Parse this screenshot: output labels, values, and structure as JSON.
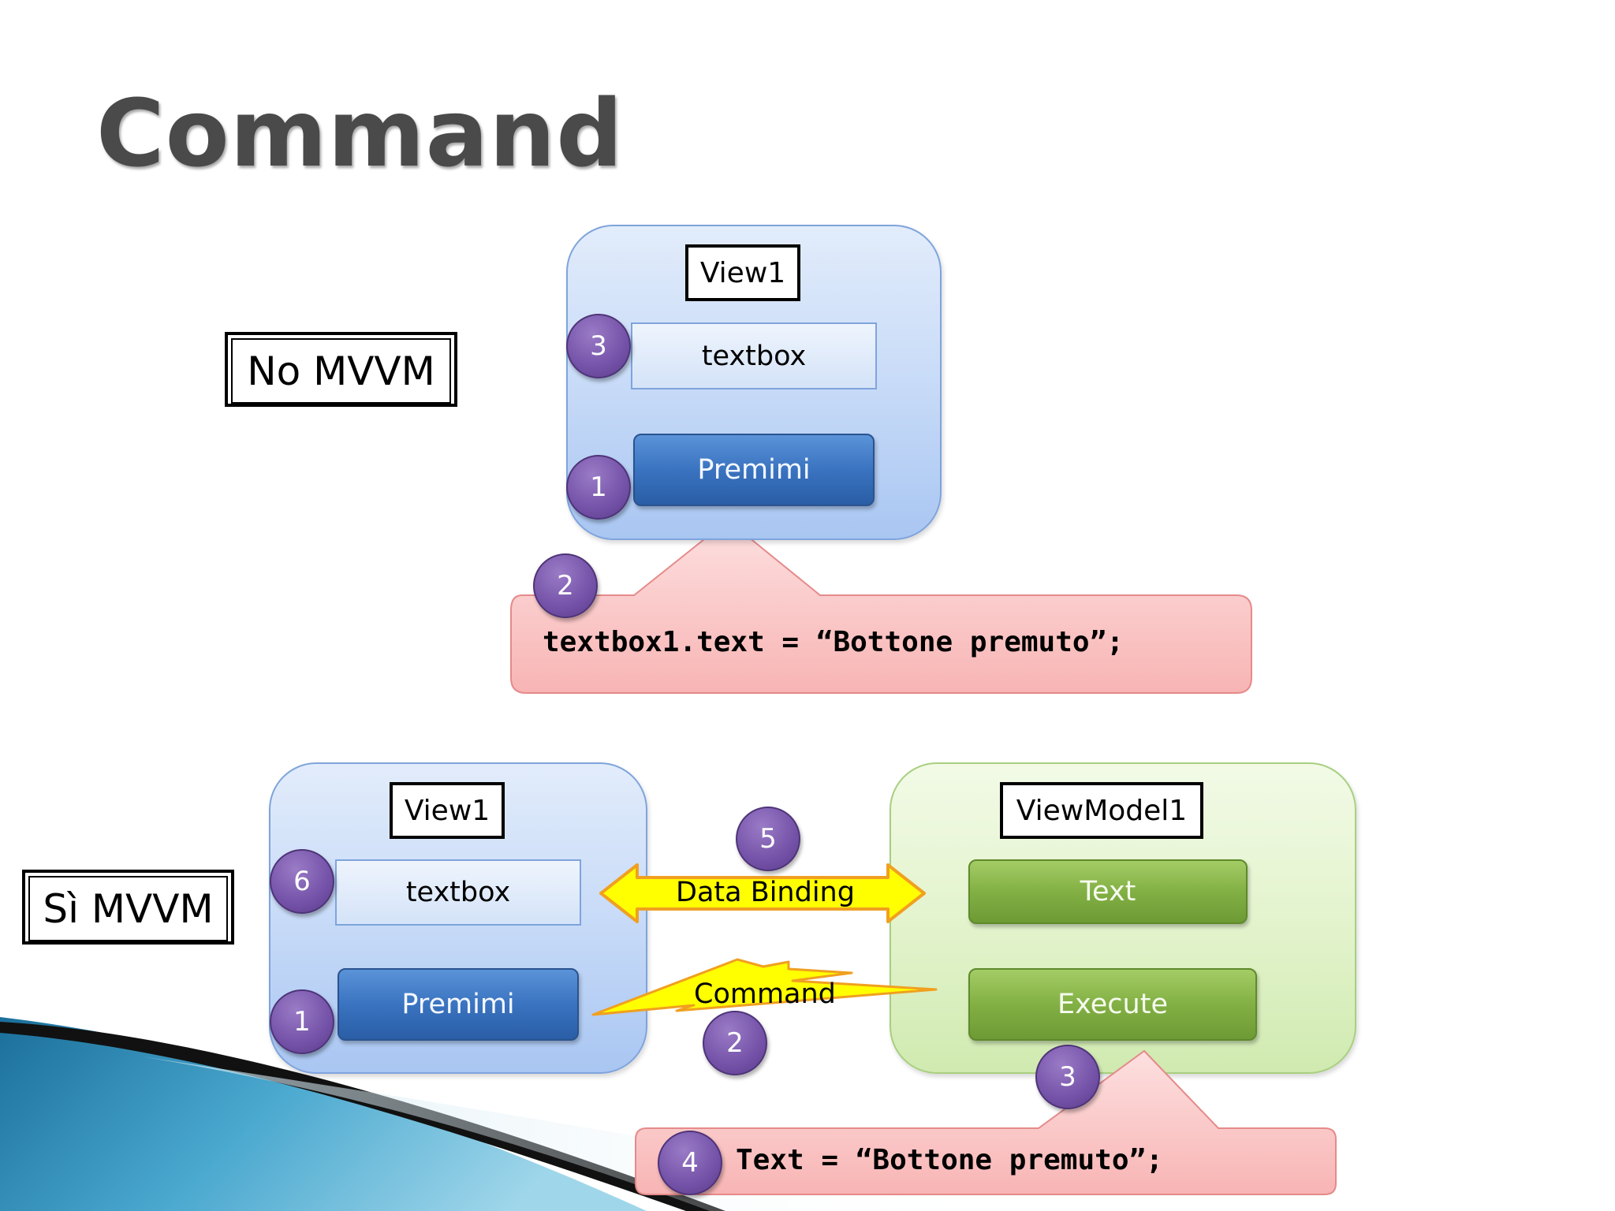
{
  "slide": {
    "title": "Command"
  },
  "no_mvvm": {
    "label": "No MVVM",
    "view_name": "View1",
    "textbox_label": "textbox",
    "button_label": "Premimi",
    "callout_code": "textbox1.text = “Bottone premuto”;",
    "steps": {
      "textbox": "3",
      "button": "1",
      "callout": "2"
    }
  },
  "si_mvvm": {
    "label": "Sì MVVM",
    "view_name": "View1",
    "textbox_label": "textbox",
    "button_label": "Premimi",
    "viewmodel_name": "ViewModel1",
    "vm_text_label": "Text",
    "vm_execute_label": "Execute",
    "data_binding_label": "Data Binding",
    "command_label": "Command",
    "callout_code": "Text = “Bottone premuto”;",
    "steps": {
      "textbox": "6",
      "button": "1",
      "data_binding": "5",
      "command": "2",
      "execute": "3",
      "callout": "4"
    }
  },
  "colors": {
    "view_panel": "#c5d9f7",
    "viewmodel_panel": "#e2f3cb",
    "button_blue": "#3a73c0",
    "button_green": "#82b044",
    "step_badge": "#7452a8",
    "callout_fill": "#fbc6c6",
    "callout_stroke": "#e58a8a",
    "arrow_fill": "#ffff00",
    "arrow_stroke": "#f0a020"
  }
}
